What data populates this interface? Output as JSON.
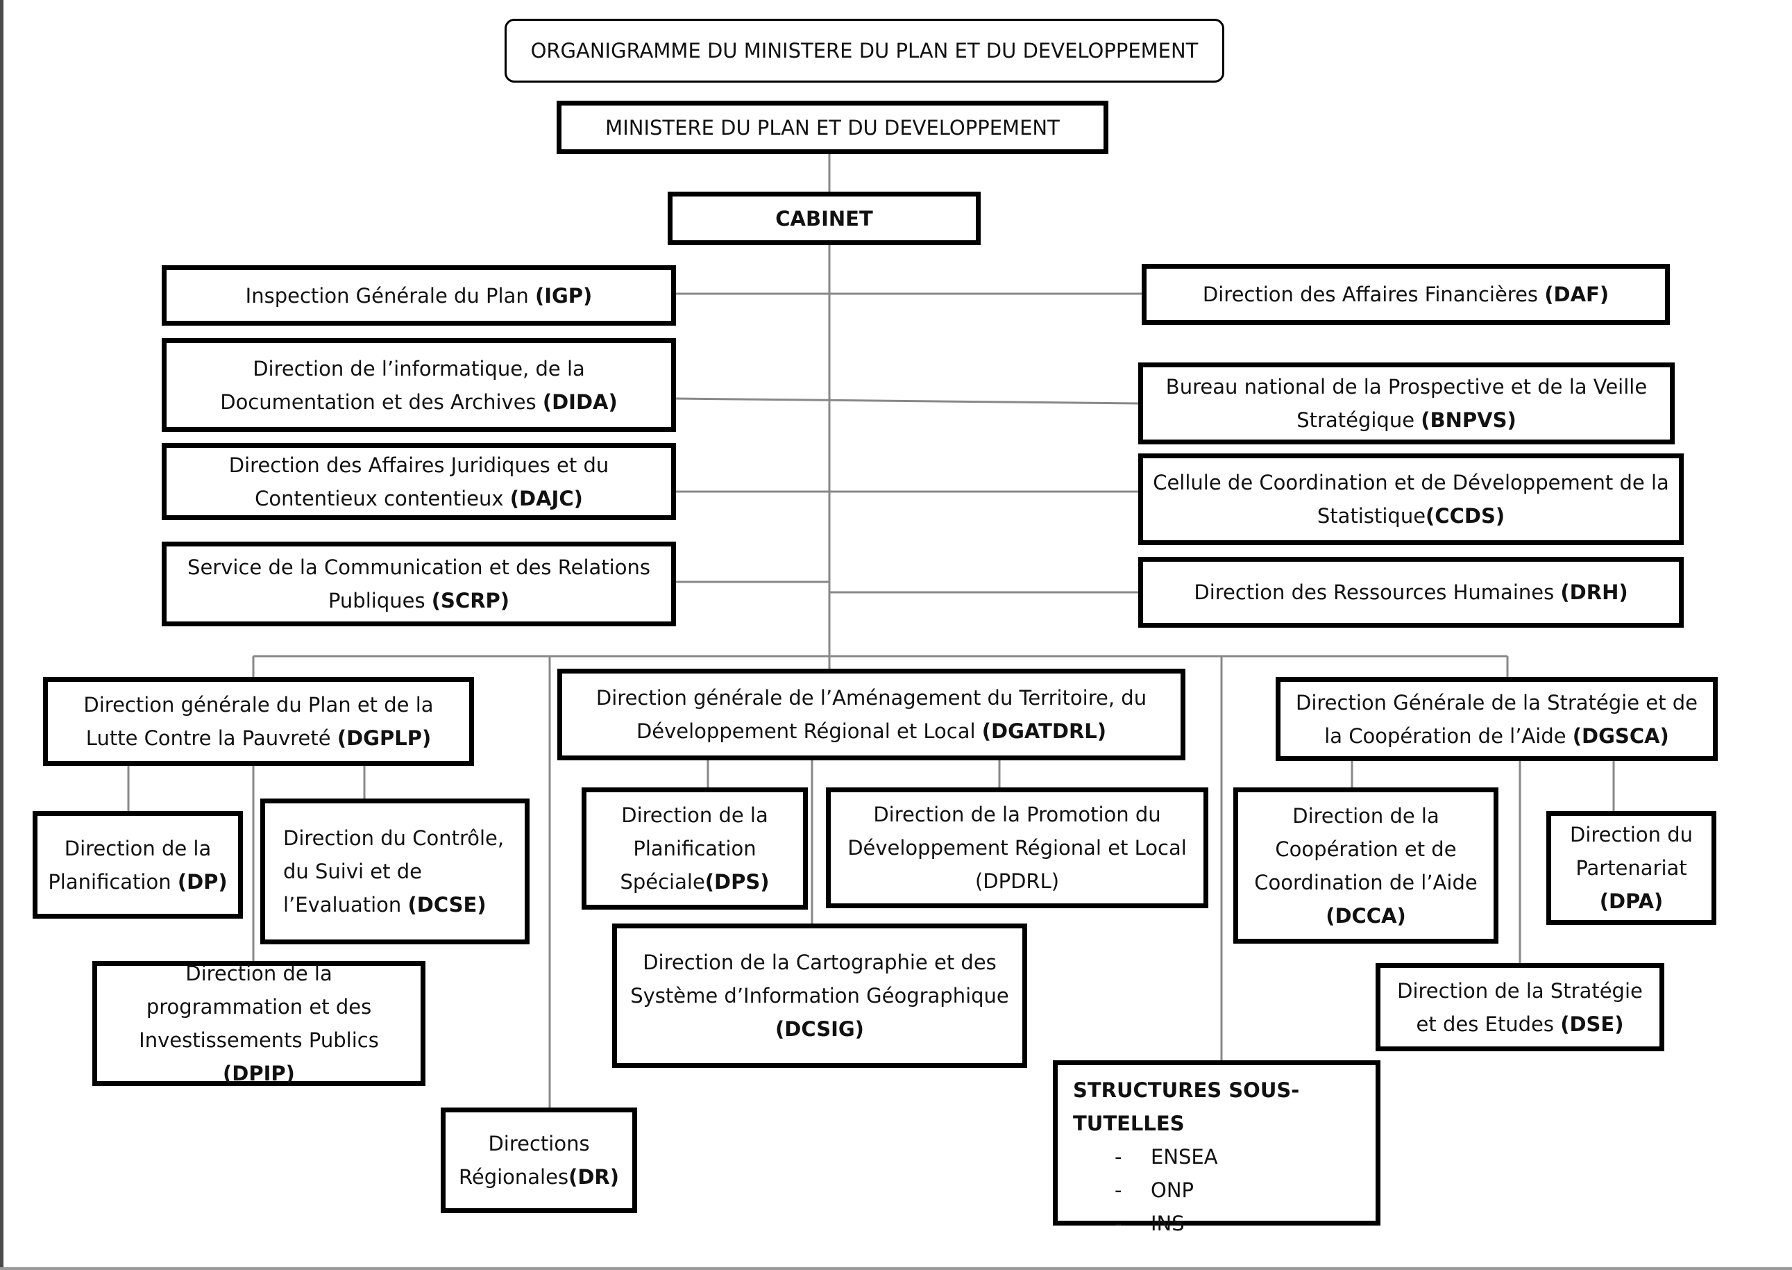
{
  "title": "ORGANIGRAMME DU MINISTERE DU PLAN ET DU DEVELOPPEMENT",
  "ministry": "MINISTERE DU PLAN ET DU DEVELOPPEMENT",
  "cabinet": "CABINET",
  "left_units": {
    "igp": {
      "text": "Inspection Générale du Plan ",
      "code": "(IGP)"
    },
    "dida": {
      "text": "Direction de l’informatique, de la Documentation et des Archives ",
      "code": "(DIDA)"
    },
    "dajc": {
      "text": "Direction des Affaires Juridiques et du Contentieux contentieux ",
      "code": "(DAJC)"
    },
    "scrp": {
      "text": "Service de la Communication et des Relations Publiques ",
      "code": "(SCRP)"
    }
  },
  "right_units": {
    "daf": {
      "text": "Direction des Affaires Financières ",
      "code": "(DAF)"
    },
    "bnpvs": {
      "text": "Bureau national de la Prospective et de la Veille Stratégique ",
      "code": "(BNPVS)"
    },
    "ccds": {
      "text": "Cellule de Coordination et de Développement de la Statistique",
      "code": "(CCDS)"
    },
    "drh": {
      "text": "Direction des Ressources Humaines ",
      "code": "(DRH)"
    }
  },
  "dgplp": {
    "text": "Direction générale du Plan et de la Lutte Contre la Pauvreté ",
    "code": "(DGPLP)",
    "dp": {
      "text": "Direction de la Planification ",
      "code": "(DP)"
    },
    "dcse": {
      "text": "Direction du Contrôle, du Suivi et de l’Evaluation ",
      "code": "(DCSE)"
    },
    "dpip": {
      "text": "Direction de la programmation et des Investissements Publics ",
      "code": "(DPIP)"
    }
  },
  "dgatdrl": {
    "text": "Direction générale de l’Aménagement du Territoire, du Développement Régional et Local ",
    "code": "(DGATDRL)",
    "dps": {
      "text": "Direction de la Planification Spéciale",
      "code": "(DPS)"
    },
    "dpdrl": {
      "text": "Direction de la Promotion du Développement Régional et Local (DPDRL)"
    },
    "dcsig": {
      "text": "Direction de la Cartographie et des Système d’Information Géographique ",
      "code": "(DCSIG)"
    }
  },
  "dr": {
    "text": "Directions Régionales",
    "code": "(DR)"
  },
  "tutelle": {
    "title": "STRUCTURES SOUS-TUTELLES",
    "items": [
      "ENSEA",
      "ONP",
      "INS"
    ]
  },
  "dgsca": {
    "text": "Direction Générale de la Stratégie et de la Coopération de l’Aide ",
    "code": "(DGSCA)",
    "dcca": {
      "text": "Direction de la Coopération et de Coordination de l’Aide ",
      "code": "(DCCA)"
    },
    "dpa": {
      "text": "Direction du Partenariat ",
      "code": "(DPA)"
    },
    "dse": {
      "text": "Direction de la Stratégie et des Etudes ",
      "code": "(DSE)"
    }
  }
}
